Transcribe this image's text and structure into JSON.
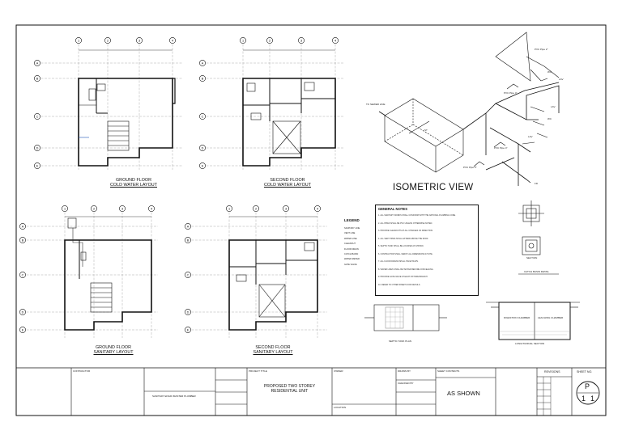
{
  "plans": {
    "ground_cold_water": {
      "line1": "GROUND FLOOR",
      "line2": "COLD WATER LAYOUT"
    },
    "second_cold_water": {
      "line1": "SECOND FLOOR",
      "line2": "COLD WATER LAYOUT"
    },
    "ground_sanitary": {
      "line1": "GROUND FLOOR",
      "line2": "SANITARY LAYOUT"
    },
    "second_sanitary": {
      "line1": "SECOND FLOOR",
      "line2": "SANITARY LAYOUT"
    }
  },
  "grid_bubbles": {
    "top": [
      "1",
      "2",
      "3",
      "4"
    ],
    "side": [
      "A",
      "B",
      "C",
      "D",
      "E"
    ]
  },
  "isometric": {
    "title": "ISOMETRIC VIEW",
    "sewer_label": "TO SEWER LINE",
    "tank_label": "ST",
    "pipe_labels": [
      "PVC Pipe 4\"",
      "PVC Pipe 4\"",
      "PVC Pipe 3\"",
      "PVC Pipe 2\""
    ],
    "fixture_labels": [
      "WC",
      "LAV",
      "WC",
      "LAV",
      "LAV",
      "FD"
    ]
  },
  "legend": {
    "title": "LEGEND",
    "items": [
      "SANITARY LINE",
      "VENT LINE",
      "WATER LINE",
      "CLEANOUT",
      "FLOOR DRAIN",
      "CATCH BASIN",
      "WATER METER",
      "GATE VALVE"
    ]
  },
  "general_notes": {
    "title": "GENERAL NOTES",
    "lines": [
      "1. ALL SANITARY WORKS SHALL CONFORM WITH THE NATIONAL PLUMBING CODE.",
      "2. ALL PIPES SHALL BE PVC UNLESS OTHERWISE NOTED.",
      "3. PROVIDE CLEANOUTS AT ALL CHANGES OF DIRECTION.",
      "4. ALL VENT PIPES SHALL EXTEND ABOVE THE ROOF.",
      "5. SEPTIC TANK SHALL BE LOCATED AS SHOWN.",
      "6. CONTRACTOR SHALL VERIFY ALL DIMENSIONS AT SITE.",
      "7. ALL FLOOR DRAINS SHALL HAVE TRAPS.",
      "8. WATER LINES SHALL BE TESTED BEFORE CONCEALING.",
      "9. PROVIDE GATE VALVE AT EACH FIXTURE BRANCH.",
      "10. REFER TO OTHER SHEETS FOR DETAILS."
    ]
  },
  "details": {
    "catch_basin": "CATCH BASIN DETAIL",
    "section": "SECTION",
    "septic_plan": "SEPTIC TANK PLAN",
    "septic_section": "LONGITUDINAL SECTION",
    "chambers": [
      "DIGESTION CHAMBER",
      "LEACHING CHAMBER"
    ]
  },
  "title_block": {
    "contractor_label": "CONTRACTOR",
    "plumber_label": "SANITARY ENGR./MASTER PLUMBER",
    "project_title_label": "PROJECT TITLE",
    "project_title": [
      "PROPOSED TWO STOREY",
      "RESIDENTIAL UNIT"
    ],
    "owner_label": "OWNER",
    "drawn_label": "DRAWN BY",
    "checked_label": "CHECKED BY",
    "sheet_contents_label": "SHEET CONTENTS",
    "scale": "AS SHOWN",
    "location_label": "LOCATION",
    "revisions_label": "REVISIONS",
    "sheet_no_label": "SHEET NO.",
    "sheet_letter": "P",
    "sheet_num": "1",
    "sheet_total": "1"
  }
}
